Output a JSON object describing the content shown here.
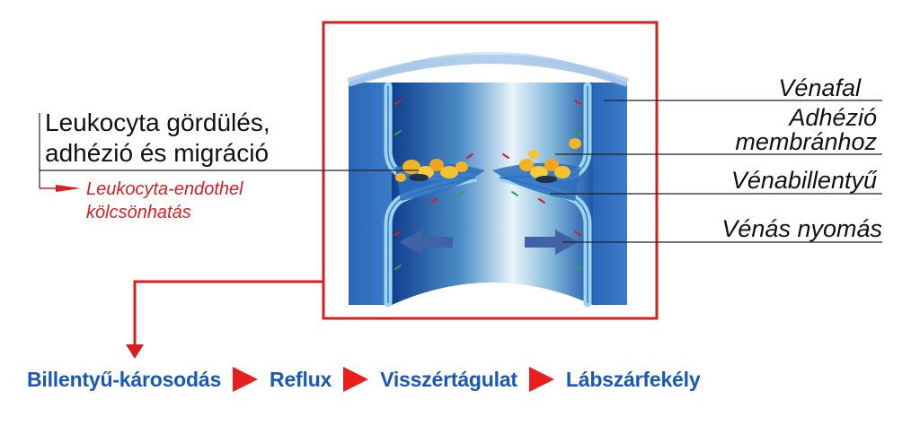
{
  "left_caption": {
    "title_line1": "Leukocyta gördülés,",
    "title_line2": "adhézió és migráció",
    "sub_line1": "Leukocyta-endothel",
    "sub_line2": "kölcsönhatás"
  },
  "right_labels": [
    "Vénafal",
    "Adhézió",
    "membránhoz",
    "Vénabillentyű",
    "Vénás nyomás"
  ],
  "chain": [
    "Billentyű-károsodás",
    "Reflux",
    "Visszértágulat",
    "Lábszárfekély"
  ],
  "colors": {
    "frame": "#d42020",
    "arrow": "#e81e1e",
    "chain_text": "#1758b8",
    "vein_wall": "#2f6fc0"
  }
}
